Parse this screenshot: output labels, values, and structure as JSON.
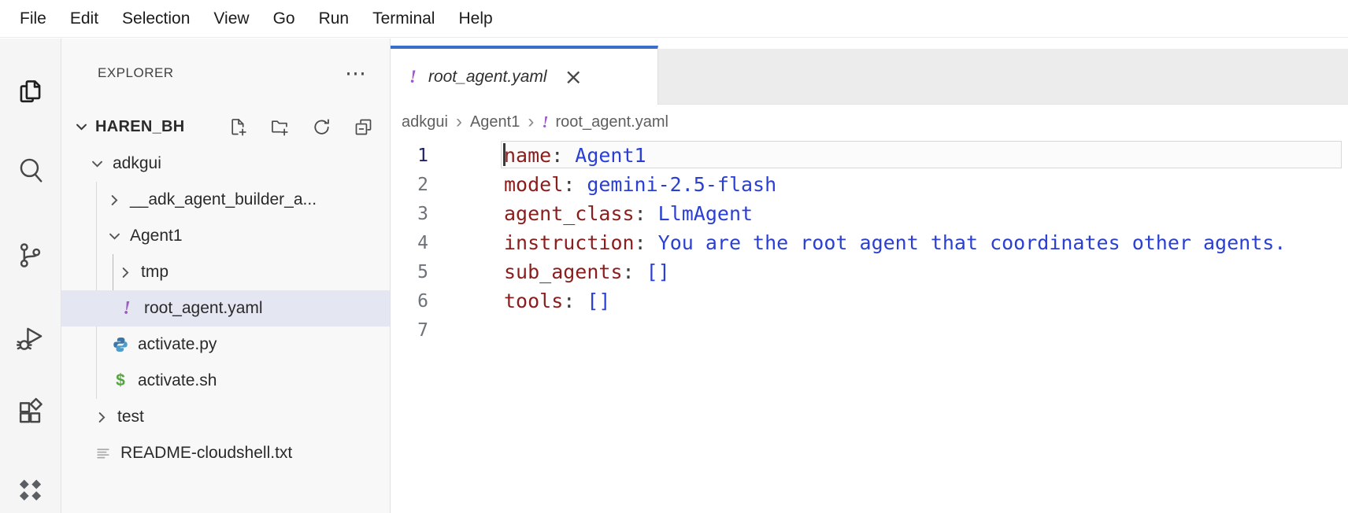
{
  "menu": {
    "items": [
      "File",
      "Edit",
      "Selection",
      "View",
      "Go",
      "Run",
      "Terminal",
      "Help"
    ]
  },
  "activity_bar": {
    "icons": [
      "files",
      "search",
      "source-control",
      "run-and-debug",
      "extensions",
      "gemini-code-assist"
    ]
  },
  "explorer": {
    "title": "EXPLORER",
    "workspace": {
      "name": "HAREN_BH",
      "toolbar_icons": [
        "new-file",
        "new-folder",
        "refresh-explorer",
        "collapse-folders"
      ]
    },
    "tree": [
      {
        "label": "adkgui",
        "type": "folder-expanded"
      },
      {
        "label": "__adk_agent_builder_a...",
        "type": "folder-collapsed"
      },
      {
        "label": "Agent1",
        "type": "folder-expanded"
      },
      {
        "label": "tmp",
        "type": "folder-collapsed"
      },
      {
        "label": "root_agent.yaml",
        "type": "yaml-file-warning",
        "selected": true
      },
      {
        "label": "activate.py",
        "type": "python-file"
      },
      {
        "label": "activate.sh",
        "type": "shell-file"
      },
      {
        "label": "test",
        "type": "folder-collapsed"
      },
      {
        "label": "README-cloudshell.txt",
        "type": "text-file"
      }
    ]
  },
  "editor": {
    "tab": {
      "title": "root_agent.yaml"
    },
    "breadcrumb": {
      "items": [
        "adkgui",
        "Agent1",
        "root_agent.yaml"
      ]
    },
    "lines": [
      {
        "num": "1",
        "key": "name",
        "colon": ":",
        "value": "Agent1"
      },
      {
        "num": "2",
        "key": "model",
        "colon": ":",
        "value": "gemini-2.5-flash"
      },
      {
        "num": "3",
        "key": "agent_class",
        "colon": ":",
        "value": "LlmAgent"
      },
      {
        "num": "4",
        "key": "instruction",
        "colon": ":",
        "value": "You are the root agent that coordinates other agents."
      },
      {
        "num": "5",
        "key": "sub_agents",
        "colon": ":",
        "value": "[]"
      },
      {
        "num": "6",
        "key": "tools",
        "colon": ":",
        "value": "[]"
      },
      {
        "num": "7"
      }
    ]
  },
  "icons": {
    "more_glyph": "⋯",
    "warning_glyph": "!",
    "shell_glyph": "$",
    "close_glyph": "×",
    "breadcrumb_separator": "›"
  },
  "colors": {
    "tab_accent_blue": "#3b6dcc",
    "warning_purple": "#9d5bc4",
    "selection_background": "#e4e6f1",
    "yaml_key": "#8b1d1c",
    "yaml_value": "#2a3fd4",
    "python_blue": "#3a76a8",
    "shell_green": "#55a341"
  }
}
